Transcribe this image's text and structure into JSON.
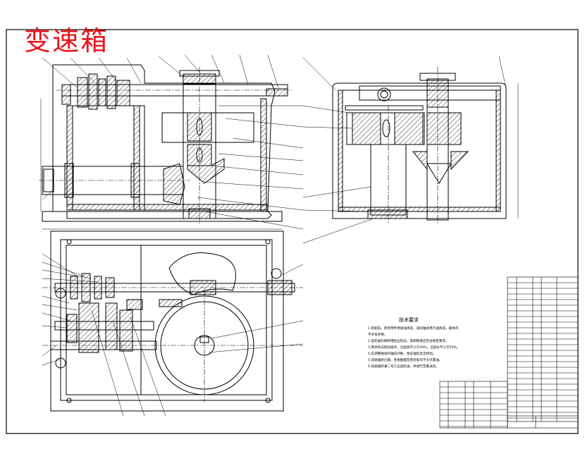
{
  "drawing": {
    "title": "变速箱",
    "notes_title": "技术要求",
    "notes": [
      "1.装配前，所有零件用煤油清洗，滚动轴承用汽油清洗，箱体内",
      "不许有杂物。",
      "2.齿轮副的侧隙用铅丝检验，其侧隙值应符合规定要求。",
      "3.用涂色法检验斑点，沿齿高不小于40%，沿齿长不小于50%。",
      "4.应调整轴承的轴向间隙，保证轴的灵活转动。",
      "5.减速器剖分面、各接触面及密封处均不允许漏油。",
      "6.减速器装满二号工业齿轮油，并进行空载试验。"
    ],
    "colors": {
      "stamp": "#e8141c",
      "line": "#000000",
      "hatch": "#000000"
    }
  }
}
